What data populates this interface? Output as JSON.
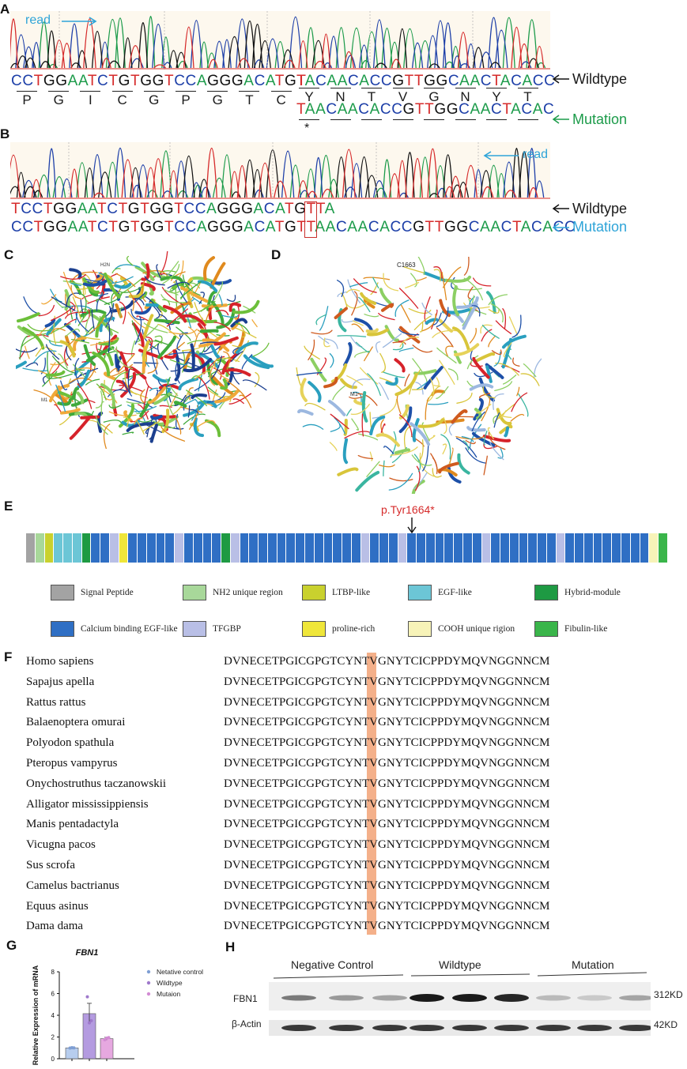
{
  "panels": {
    "a": "A",
    "b": "B",
    "c": "C",
    "d": "D",
    "e": "E",
    "f": "F",
    "g": "G",
    "h": "H"
  },
  "panel_a": {
    "read_label": "read",
    "wildtype_label": "Wildtype",
    "mutation_label": "Mutation",
    "wt_seq_left": "CCTGGAATCTGTGGTCCAGGGACATGT",
    "wt_seq_right": "TACAACACCGTTGGCAACTACACC",
    "mut_seq": "TAACAACACCGTTGGCAACTACAC",
    "aa_left": [
      "P",
      "G",
      "I",
      "C",
      "G",
      "P",
      "G",
      "T",
      "C"
    ],
    "aa_right": [
      "Y",
      "N",
      "T",
      "V",
      "G",
      "N",
      "Y",
      "T"
    ],
    "star": "*"
  },
  "panel_b": {
    "read_label": "read",
    "wildtype_label": "Wildtype",
    "mutation_label": "Mutation",
    "wt_seq": "TCCTGGAATCTGTGGTCCAGGGACATGTTA",
    "mut_seq": "CCTGGAATCTGTGGTCCAGGGACATGTTAACAACACCGTTGGCAACTACACC"
  },
  "panel_c": {
    "label_n": "H2N",
    "label_m": "M1"
  },
  "panel_d": {
    "label_c": "C1663",
    "label_m": "M1"
  },
  "panel_e": {
    "mutation_label": "p.Tyr1664*",
    "domains": [
      "gray",
      "lightgreen",
      "ltbp",
      "egf",
      "egf",
      "egf",
      "hybrid",
      "cb",
      "cb",
      "tfgbp",
      "proline",
      "cb",
      "cb",
      "cb",
      "cb",
      "cb",
      "tfgbp",
      "cb",
      "cb",
      "cb",
      "cb",
      "hybrid",
      "tfgbp",
      "cb",
      "cb",
      "cb",
      "cb",
      "cb",
      "cb",
      "cb",
      "cb",
      "cb",
      "cb",
      "cb",
      "cb",
      "cb",
      "tfgbp",
      "cb",
      "cb",
      "cb",
      "tfgbp",
      "cb",
      "cb",
      "cb",
      "cb",
      "cb",
      "cb",
      "cb",
      "cb",
      "tfgbp",
      "cb",
      "cb",
      "cb",
      "cb",
      "cb",
      "cb",
      "cb",
      "tfgbp",
      "cb",
      "cb",
      "cb",
      "cb",
      "cb",
      "cb",
      "cb",
      "cb",
      "cb",
      "cooh",
      "fibulin"
    ],
    "colors": {
      "gray": "#a3a3a3",
      "lightgreen": "#a8d89a",
      "ltbp": "#c9d12e",
      "egf": "#6cc6d6",
      "hybrid": "#1e9a43",
      "cb": "#2f6fc4",
      "tfgbp": "#b9bfe6",
      "proline": "#efe63a",
      "cooh": "#f7f3b8",
      "fibulin": "#3ab54a"
    },
    "legend": [
      {
        "label": "Signal Peptide",
        "color": "#a3a3a3"
      },
      {
        "label": "NH2 unique region",
        "color": "#a8d89a"
      },
      {
        "label": "LTBP-like",
        "color": "#c9d12e"
      },
      {
        "label": "EGF-like",
        "color": "#6cc6d6"
      },
      {
        "label": "Hybrid-module",
        "color": "#1e9a43"
      },
      {
        "label": "Calcium binding  EGF-like",
        "color": "#2f6fc4"
      },
      {
        "label": "TFGBP",
        "color": "#b9bfe6"
      },
      {
        "label": "proline-rich",
        "color": "#efe63a"
      },
      {
        "label": "COOH unique rigion",
        "color": "#f7f3b8"
      },
      {
        "label": "Fibulin-like",
        "color": "#3ab54a"
      }
    ]
  },
  "panel_f": {
    "species": [
      "Homo sapiens",
      "Sapajus apella",
      "Rattus rattus",
      "Balaenoptera omurai",
      "Polyodon spathula",
      "Pteropus vampyrus",
      "Onychostruthus taczanowskii",
      "Alligator mississippiensis",
      "Manis pentadactyla",
      "Vicugna pacos",
      "Sus scrofa",
      "Camelus bactrianus",
      "Equus asinus",
      "Dama dama"
    ],
    "sequence": "DVNECETPGICGPGTCYNTVGNYTCICPPDYMQVNGGNNCM",
    "highlight_color": "#f4b08a"
  },
  "chart_data": {
    "type": "bar",
    "title": "FBN1",
    "ylabel": "Relative Expression of mRNA",
    "ylim": [
      0,
      8
    ],
    "yticks": [
      0,
      2,
      4,
      6,
      8
    ],
    "categories": [
      "Netative control",
      "Wildtype",
      "Mutaion"
    ],
    "values": [
      1.0,
      4.15,
      1.85
    ],
    "errors": [
      0.05,
      0.95,
      0.12
    ],
    "points": [
      [
        0.98,
        1.02,
        1.0
      ],
      [
        5.7,
        3.3,
        3.5
      ],
      [
        1.75,
        1.9,
        1.95
      ]
    ],
    "colors": [
      "#b7cdee",
      "#b49be0",
      "#e6a8e0"
    ],
    "point_colors": [
      "#7f9fd4",
      "#9f79cc",
      "#d38bd4"
    ],
    "legend": [
      "Netative control",
      "Wildtype",
      "Mutaion"
    ]
  },
  "panel_h": {
    "groups": [
      "Negative Control",
      "Wildtype",
      "Mutation"
    ],
    "bands": [
      "FBN1",
      "β-Actin"
    ],
    "sizes": [
      "312KD",
      "42KD"
    ]
  }
}
